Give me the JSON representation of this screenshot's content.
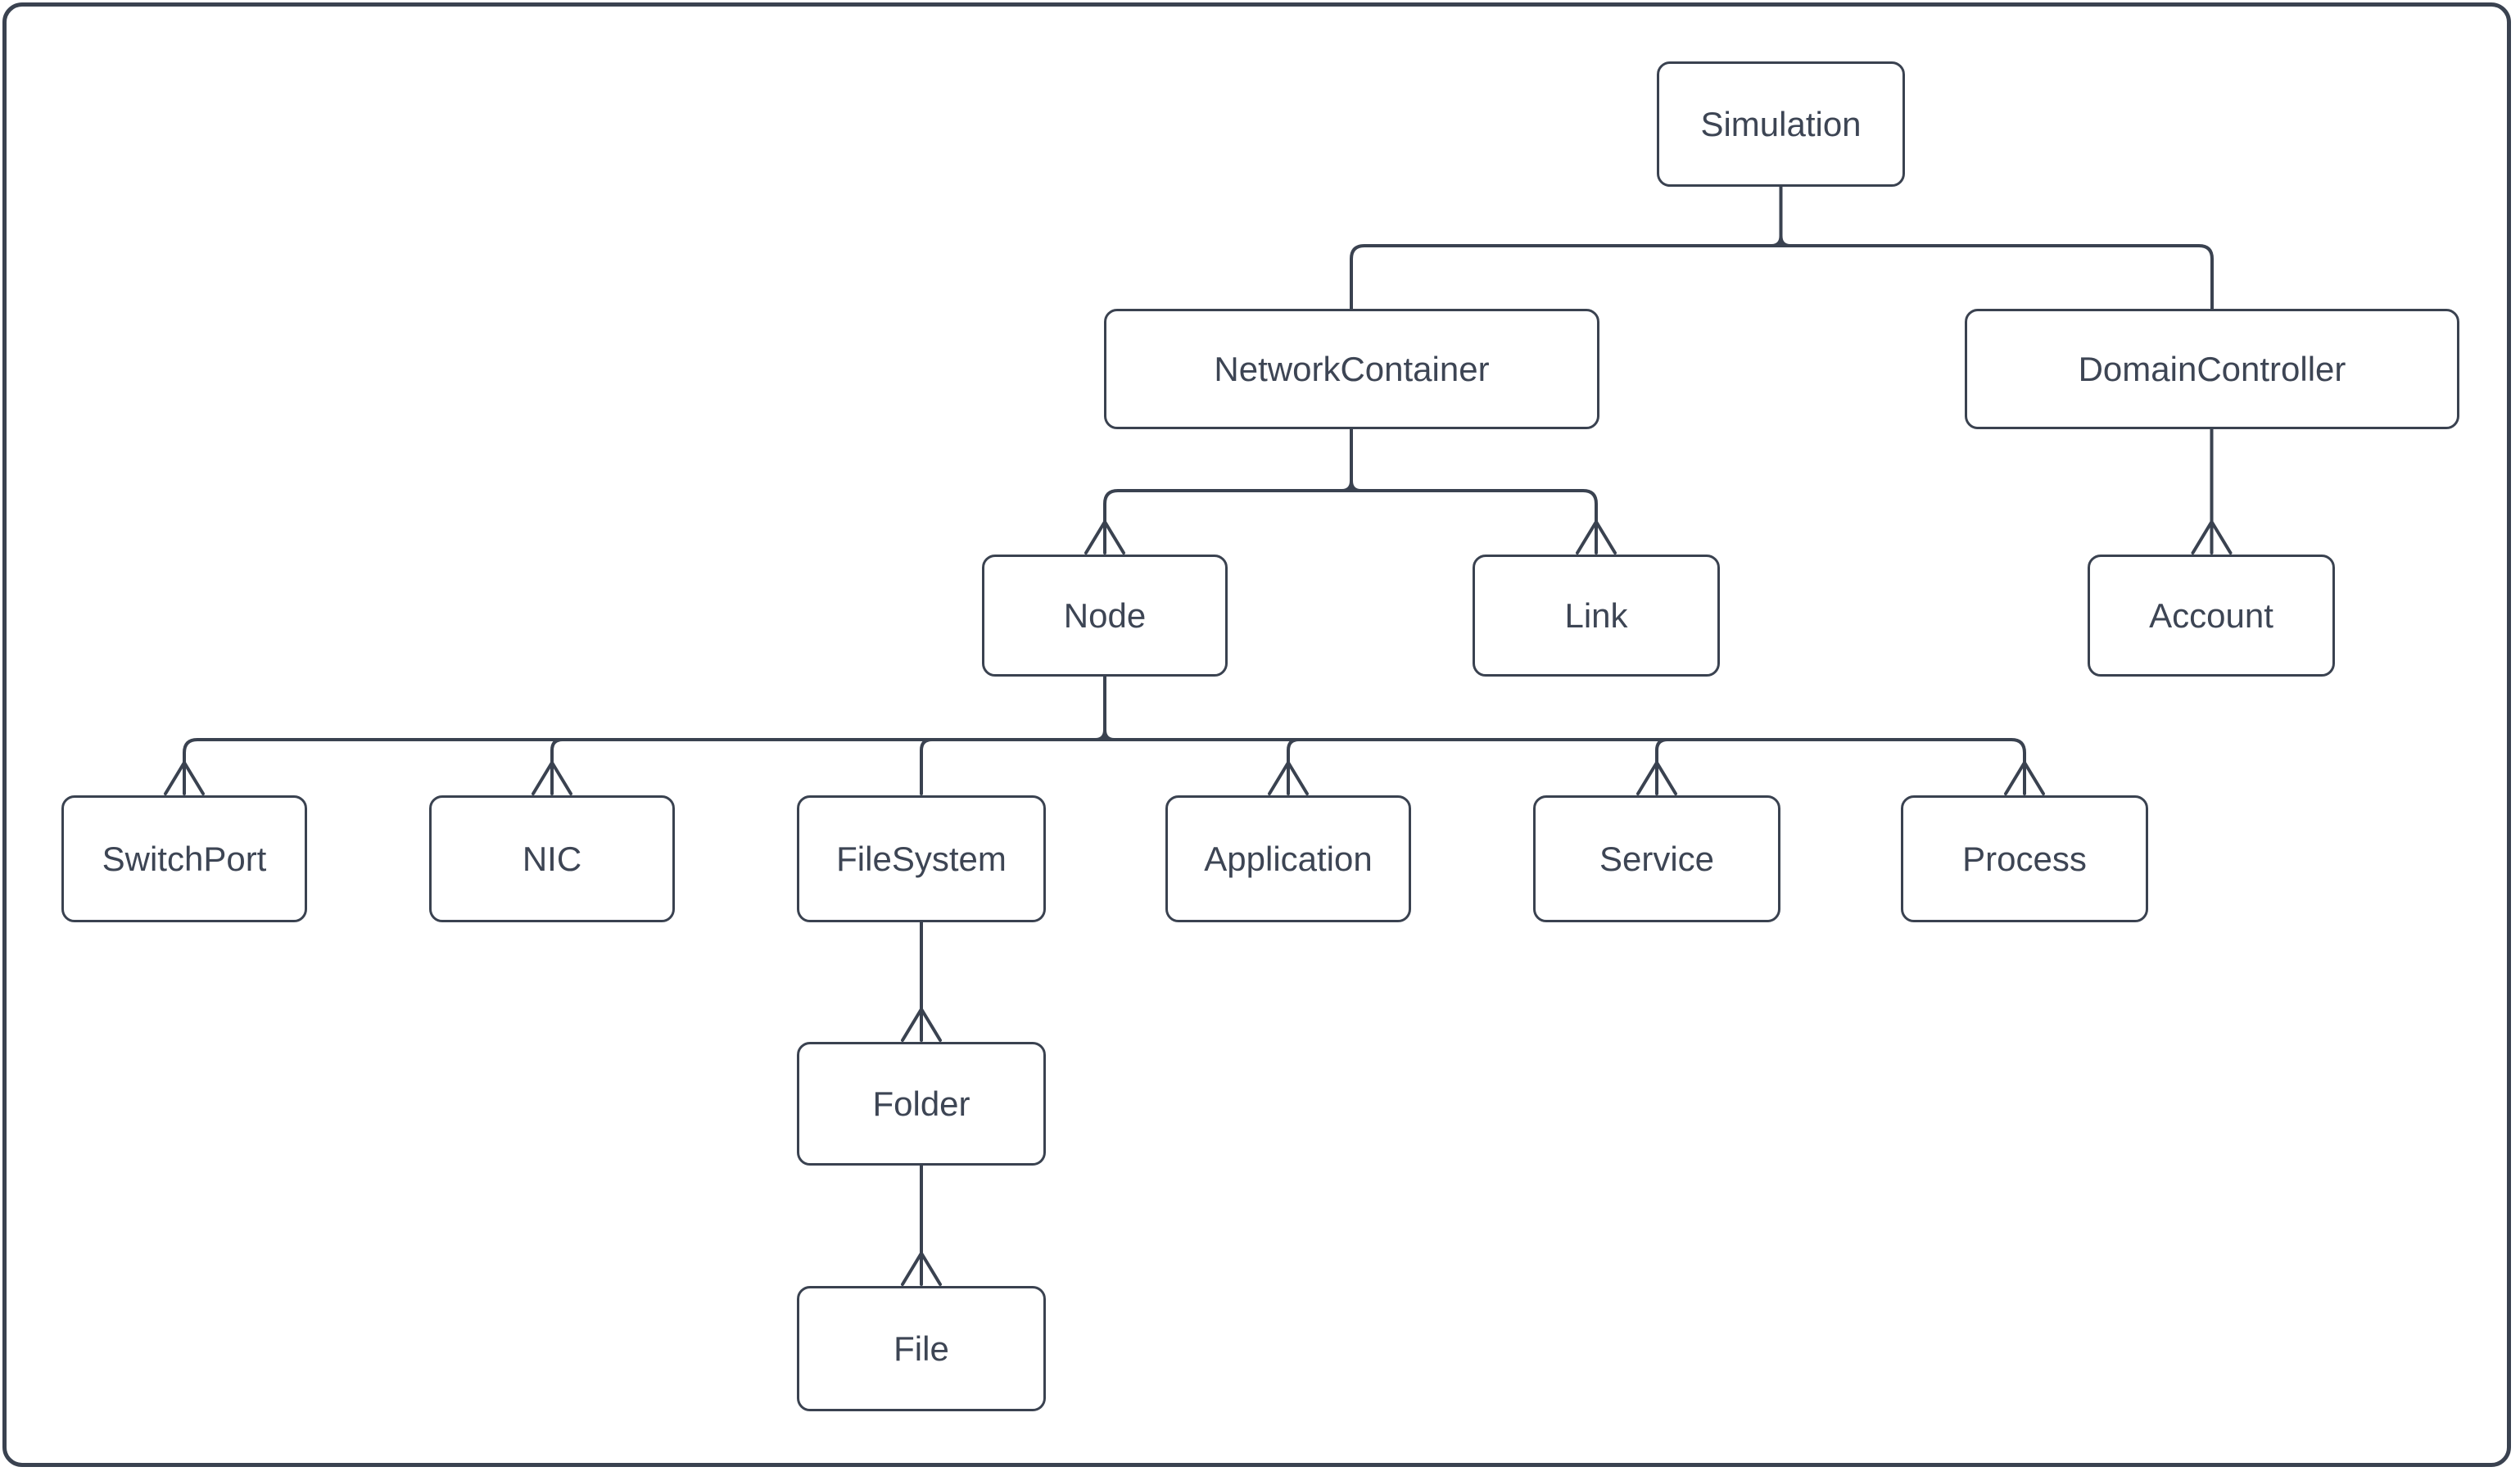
{
  "diagram": {
    "type": "hierarchy-tree",
    "colors": {
      "stroke": "#3a4250",
      "text": "#3d4554",
      "background": "#ffffff"
    },
    "nodes": {
      "simulation": {
        "label": "Simulation"
      },
      "network_container": {
        "label": "NetworkContainer"
      },
      "domain_controller": {
        "label": "DomainController"
      },
      "node": {
        "label": "Node"
      },
      "link": {
        "label": "Link"
      },
      "account": {
        "label": "Account"
      },
      "switch_port": {
        "label": "SwitchPort"
      },
      "nic": {
        "label": "NIC"
      },
      "file_system": {
        "label": "FileSystem"
      },
      "application": {
        "label": "Application"
      },
      "service": {
        "label": "Service"
      },
      "process": {
        "label": "Process"
      },
      "folder": {
        "label": "Folder"
      },
      "file": {
        "label": "File"
      }
    },
    "edges": [
      {
        "from": "Simulation",
        "to": "NetworkContainer",
        "arrowhead": false
      },
      {
        "from": "Simulation",
        "to": "DomainController",
        "arrowhead": false
      },
      {
        "from": "NetworkContainer",
        "to": "Node",
        "arrowhead": true
      },
      {
        "from": "NetworkContainer",
        "to": "Link",
        "arrowhead": true
      },
      {
        "from": "DomainController",
        "to": "Account",
        "arrowhead": true
      },
      {
        "from": "Node",
        "to": "SwitchPort",
        "arrowhead": true
      },
      {
        "from": "Node",
        "to": "NIC",
        "arrowhead": true
      },
      {
        "from": "Node",
        "to": "FileSystem",
        "arrowhead": false
      },
      {
        "from": "Node",
        "to": "Application",
        "arrowhead": true
      },
      {
        "from": "Node",
        "to": "Service",
        "arrowhead": true
      },
      {
        "from": "Node",
        "to": "Process",
        "arrowhead": true
      },
      {
        "from": "FileSystem",
        "to": "Folder",
        "arrowhead": true
      },
      {
        "from": "Folder",
        "to": "File",
        "arrowhead": true
      }
    ]
  }
}
